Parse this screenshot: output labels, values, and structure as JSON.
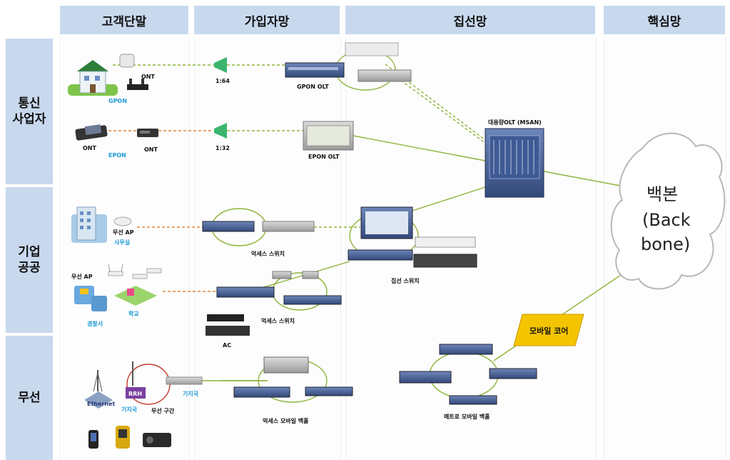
{
  "headers": {
    "customer": "고객단말",
    "subscriber": "가입자망",
    "aggregation": "집선망",
    "core": "핵심망"
  },
  "rows": {
    "telco": "통신\n사업자",
    "enterprise": "기업\n공공",
    "wireless": "무선"
  },
  "labels": {
    "ont_house": "ONT",
    "gpon": "GPON",
    "splitter_1_64": "1:64",
    "gpon_olt": "GPON OLT",
    "ont_phone": "ONT",
    "ont_box": "ONT",
    "epon": "EPON",
    "splitter_1_32": "1:32",
    "epon_olt": "EPON OLT",
    "msan": "대용량OLT (MSAN)",
    "ap_office": "무선 AP",
    "office": "사무실",
    "access_switch_1": "억세스 스위치",
    "agg_switch": "집선 스위치",
    "ap_school": "무선 AP",
    "police": "경찰서",
    "school": "학교",
    "access_switch_2": "억세스 스위치",
    "ac": "AC",
    "ethernet": "Ethernet",
    "rrh": "RRH",
    "base_station_1": "기지국",
    "wireless_section": "무선 구간",
    "base_station_2": "기지국",
    "access_mobile_backhaul": "억세스 모바일 백홀",
    "metro_mobile_backhaul": "메트로 모바일 백홀",
    "mobile_core": "모바일 코어",
    "backbone_1": "백본",
    "backbone_2": "(Back",
    "backbone_3": "bone)"
  },
  "colors": {
    "header_bg": "#c8d9ee",
    "green_link": "#8db33a",
    "orange_link": "#e0853a",
    "blue_label": "#1e9ad6",
    "core_box": "#f4c400"
  }
}
